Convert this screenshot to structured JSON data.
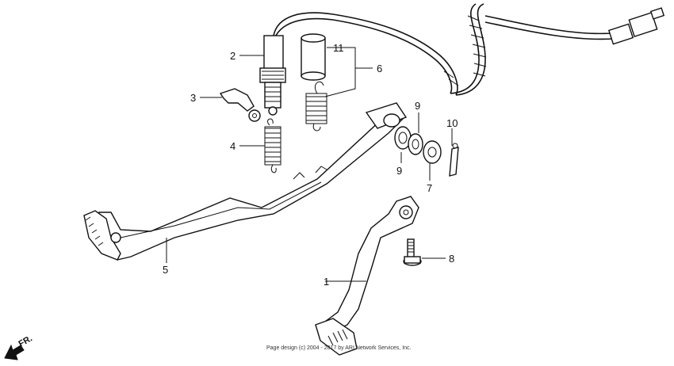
{
  "callouts": {
    "c1": "1",
    "c2": "2",
    "c3": "3",
    "c4": "4",
    "c5": "5",
    "c6": "6",
    "c7": "7",
    "c8": "8",
    "c9a": "9",
    "c9b": "9",
    "c10": "10",
    "c11": "11"
  },
  "direction_label": "FR.",
  "footer": "Page design (c) 2004 - 2017 by ARI Network Services, Inc.",
  "icons": [
    "front-direction-arrow-icon"
  ]
}
